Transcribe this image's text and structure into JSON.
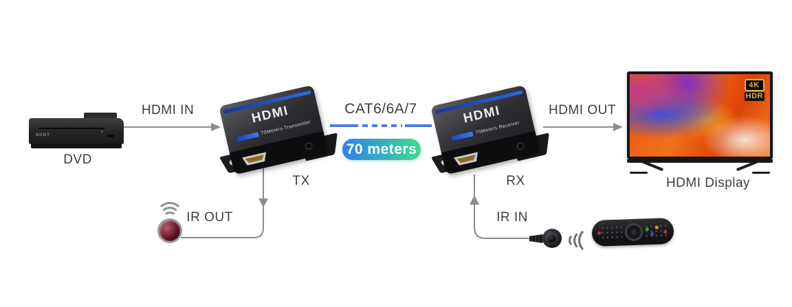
{
  "labels": {
    "dvd": "DVD",
    "hdmi_in": "HDMI IN",
    "tx": "TX",
    "cable_type": "CAT6/6A/7",
    "distance": "70 meters",
    "rx": "RX",
    "hdmi_out": "HDMI OUT",
    "hdmi_display": "HDMI Display",
    "ir_out": "IR OUT",
    "ir_in": "IR IN"
  },
  "devices": {
    "dvd_player": {
      "brand": "SONY"
    },
    "transmitter": {
      "logo": "HDMI",
      "sub": "70Meters Transmitter"
    },
    "receiver": {
      "logo": "HDMI",
      "sub": "70Meters Receiver"
    },
    "display": {
      "badge_4k": "4K",
      "badge_hdr": "HDR"
    }
  },
  "icons": {
    "ir_emitter": "ir-emitter-ball",
    "ir_out_waves": "wifi-waves",
    "ir_receiver": "ir-receiver-eye",
    "ir_in_waves": "signal-waves",
    "remote": "remote-control"
  },
  "colors": {
    "cable_line_blue": "#4a7de0",
    "badge_gradient_start": "#2f80ee",
    "badge_gradient_end": "#3ddc8e",
    "label_text": "#3d3d3d",
    "arrow_gray": "#8c8c8c",
    "badge_4k_gold": "#d8b24a"
  }
}
